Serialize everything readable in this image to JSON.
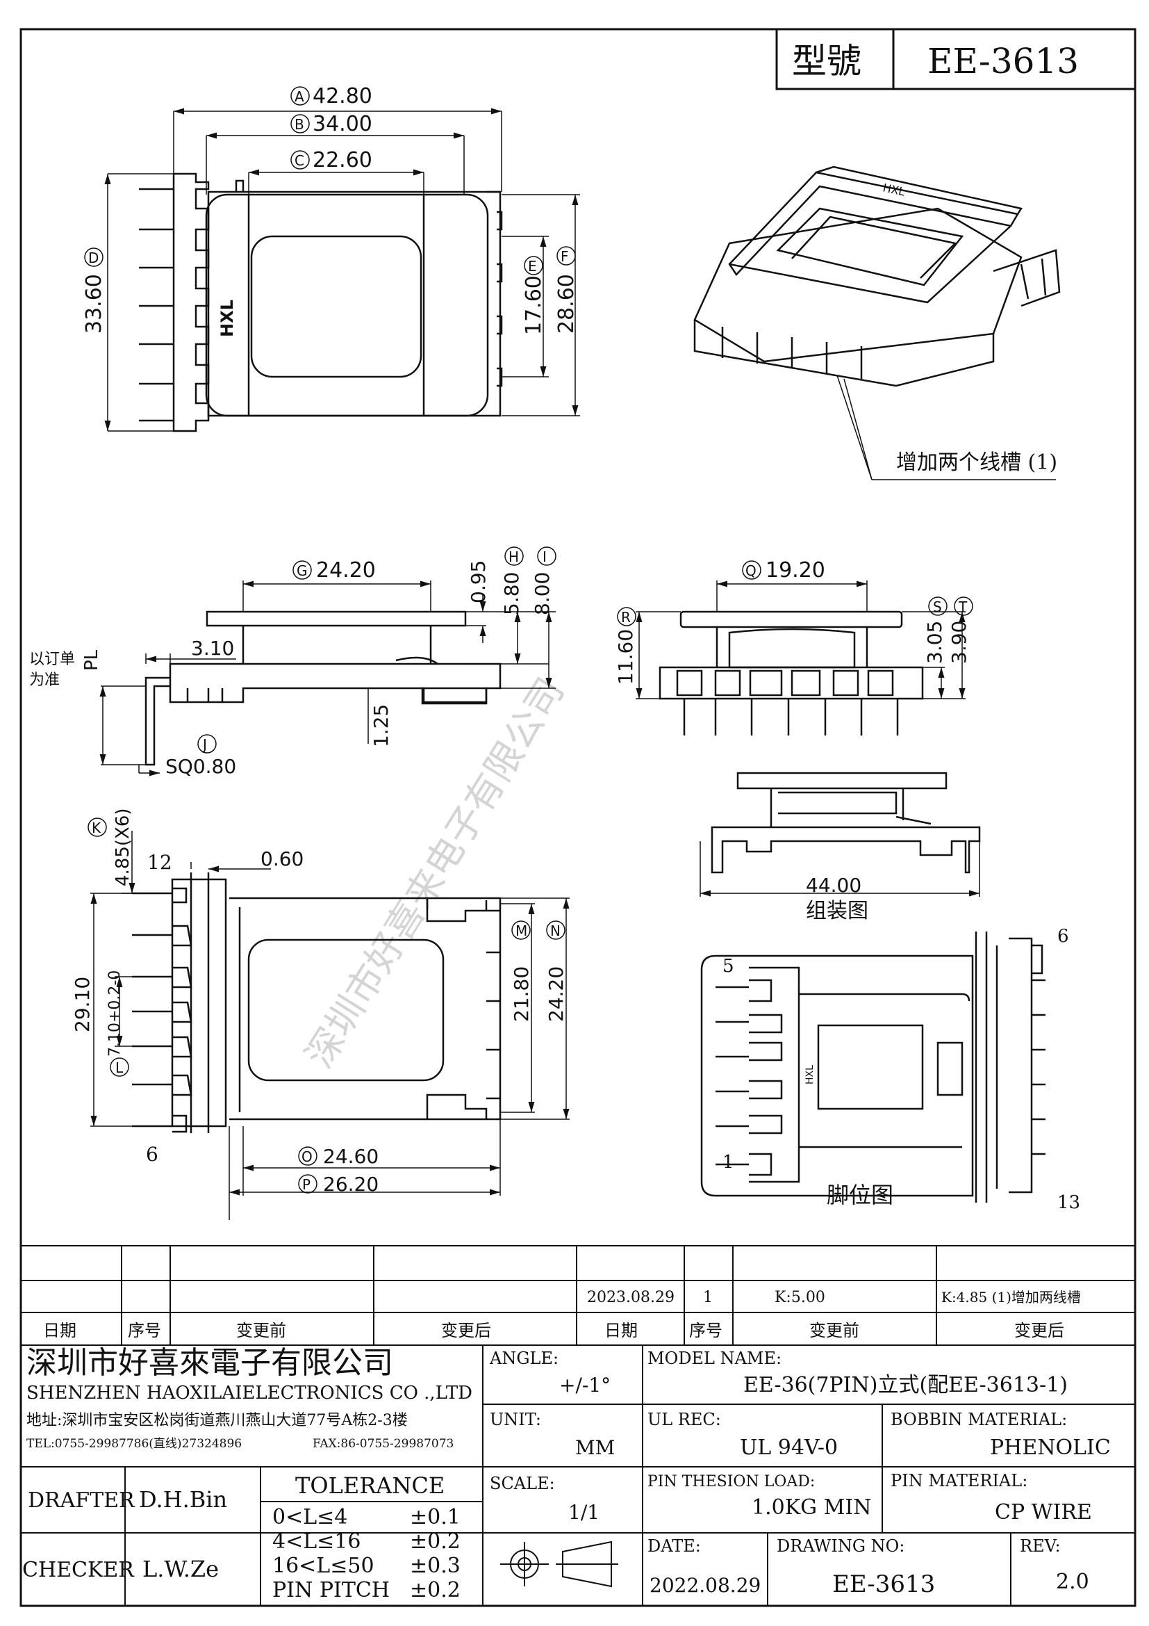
{
  "header": {
    "model_label": "型號",
    "model_value": "EE-3613"
  },
  "dims_top": {
    "A": "42.80",
    "B": "34.00",
    "C": "22.60",
    "D": "33.60",
    "E": "17.60",
    "F": "28.60",
    "core_mark": "HXL"
  },
  "iso_note": "增加两个线槽 (1)",
  "dims_side": {
    "G": "24.20",
    "H": "5.80",
    "I": "8.00",
    "gap": "0.95",
    "pl_note_1": "以订单",
    "pl_note_2": "为准",
    "pl": "PL",
    "offset": "3.10",
    "pin_h": "1.25",
    "J": "SQ0.80"
  },
  "dims_front": {
    "Q": "19.20",
    "R": "11.60",
    "S": "3.05",
    "T": "3.90"
  },
  "assembly": {
    "width": "44.00",
    "label": "组装图"
  },
  "dims_bottom": {
    "K": "4.85(X6)",
    "wall": "0.60",
    "height": "29.10",
    "L": "7.10+0.2-0",
    "M": "21.80",
    "N": "24.20",
    "O": "24.60",
    "P": "26.20",
    "pin_first": "12",
    "pin_last": "6"
  },
  "pin_view": {
    "label": "脚位图",
    "pins": [
      "5",
      "1",
      "6",
      "13"
    ]
  },
  "revision": {
    "date": "2023.08.29",
    "seq": "1",
    "before": "K:5.00",
    "after": "K:4.85 (1)增加两线槽",
    "headers": [
      "日期",
      "序号",
      "变更前",
      "变更后",
      "日期",
      "序号",
      "变更前",
      "变更后"
    ]
  },
  "company": {
    "name_cn": "深圳市好喜來電子有限公司",
    "name_en": "SHENZHEN HAOXILAIELECTRONICS CO .,LTD",
    "address": "地址:深圳市宝安区松岗街道燕川燕山大道77号A栋2-3楼",
    "tel": "TEL:0755-29987786(直线)27324896",
    "fax": "FAX:86-0755-29987073",
    "watermark": "深圳市好喜来电子有限公司"
  },
  "title_block": {
    "angle_label": "ANGLE:",
    "angle_value": "+/-1°",
    "model_label": "MODEL NAME:",
    "model_value": "EE-36(7PIN)立式(配EE-3613-1)",
    "unit_label": "UNIT:",
    "unit_value": "MM",
    "ul_label": "UL REC:",
    "ul_value": "UL 94V-0",
    "bobbin_label": "BOBBIN MATERIAL:",
    "bobbin_value": "PHENOLIC",
    "drafter_label": "DRAFTER",
    "drafter_value": "D.H.Bin",
    "tolerance_label": "TOLERANCE",
    "tolerances": [
      {
        "range": "0<L≤4",
        "value": "±0.1"
      },
      {
        "range": "4<L≤16",
        "value": "±0.2"
      },
      {
        "range": "16<L≤50",
        "value": "±0.3"
      },
      {
        "range": "PIN PITCH",
        "value": "±0.2"
      }
    ],
    "scale_label": "SCALE:",
    "scale_value": "1/1",
    "load_label": "PIN THESION LOAD:",
    "load_value": "1.0KG MIN",
    "pin_mat_label": "PIN MATERIAL:",
    "pin_mat_value": "CP  WIRE",
    "checker_label": "CHECKER",
    "checker_value": "L.W.Ze",
    "date_label": "DATE:",
    "date_value": "2022.08.29",
    "drawing_label": "DRAWING NO:",
    "drawing_value": "EE-3613",
    "rev_label": "REV:",
    "rev_value": "2.0"
  }
}
